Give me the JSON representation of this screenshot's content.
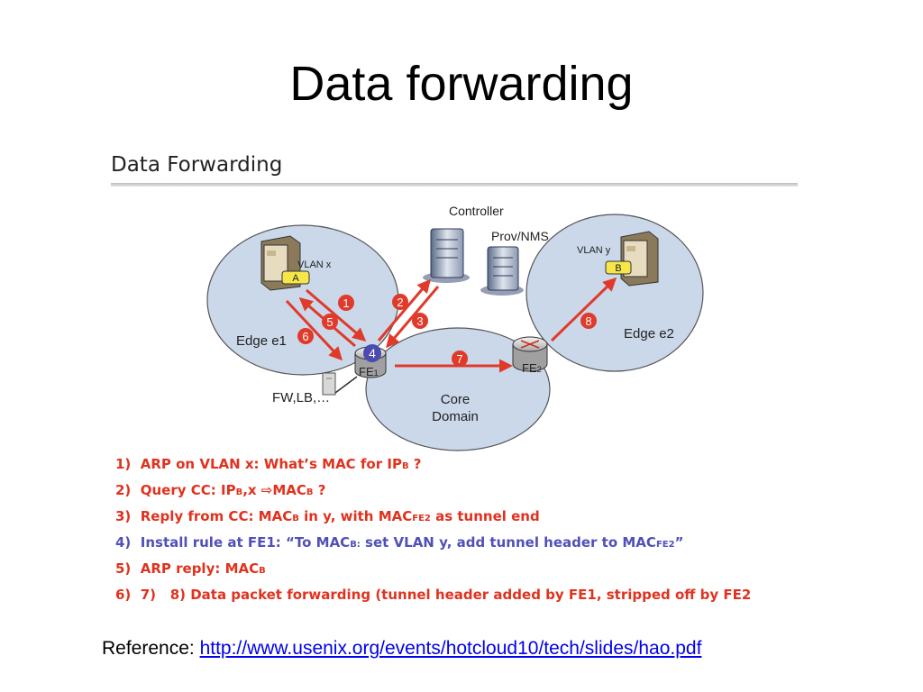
{
  "slide": {
    "title": "Data forwarding"
  },
  "figure": {
    "title": "Data Forwarding",
    "labels": {
      "controller": "Controller",
      "prov_nms": "Prov/NMS",
      "vlan_x": "VLAN x",
      "vlan_y": "VLAN y",
      "host_a": "A",
      "host_b": "B",
      "edge_e1": "Edge e1",
      "edge_e2": "Edge e2",
      "core": "Core",
      "domain": "Domain",
      "fe1": "FE",
      "fe1_sub": "1",
      "fe2": "FE",
      "fe2_sub": "2",
      "middlebox": "FW,LB,…"
    },
    "markers": [
      "1",
      "2",
      "3",
      "4",
      "5",
      "6",
      "7",
      "8"
    ],
    "colors": {
      "cloud": "#cbd8ea",
      "cloud_stroke": "#555555",
      "arrow": "#e03a2a",
      "marker": "#e03a2a",
      "marker_blue": "#4a4ab0",
      "host_tag": "#f6e64a",
      "step_red": "#e0321e",
      "step_blue": "#5050b8"
    }
  },
  "steps": [
    {
      "num": "1)",
      "parts": [
        {
          "t": "ARP on VLAN x: What’s MAC for IP"
        },
        {
          "t": "B",
          "sub": true
        },
        {
          "t": " ?"
        }
      ]
    },
    {
      "num": "2)",
      "parts": [
        {
          "t": "Query CC: IP"
        },
        {
          "t": "B",
          "sub": true
        },
        {
          "t": ",x ⇨MAC"
        },
        {
          "t": "B",
          "sub": true
        },
        {
          "t": " ?"
        }
      ]
    },
    {
      "num": "3)",
      "parts": [
        {
          "t": "Reply from CC: MAC"
        },
        {
          "t": "B",
          "sub": true
        },
        {
          "t": " in y, with MAC"
        },
        {
          "t": "FE2",
          "sub": true
        },
        {
          "t": " as tunnel end"
        }
      ]
    },
    {
      "num": "4)",
      "parts": [
        {
          "t": "Install rule at FE1: “To MAC"
        },
        {
          "t": "B:",
          "sub": true
        },
        {
          "t": " set VLAN y, add tunnel header to MAC"
        },
        {
          "t": "FE2",
          "sub": true
        },
        {
          "t": "”"
        }
      ]
    },
    {
      "num": "5)",
      "parts": [
        {
          "t": "ARP reply: MAC"
        },
        {
          "t": "B",
          "sub": true
        }
      ]
    },
    {
      "num": "6)",
      "parts": [
        {
          "t": "7)   8) Data packet forwarding (tunnel header added by FE1, stripped off by FE2"
        }
      ]
    }
  ],
  "reference": {
    "label": "Reference: ",
    "url_text": "http://www.usenix.org/events/hotcloud10/tech/slides/hao.pdf"
  }
}
